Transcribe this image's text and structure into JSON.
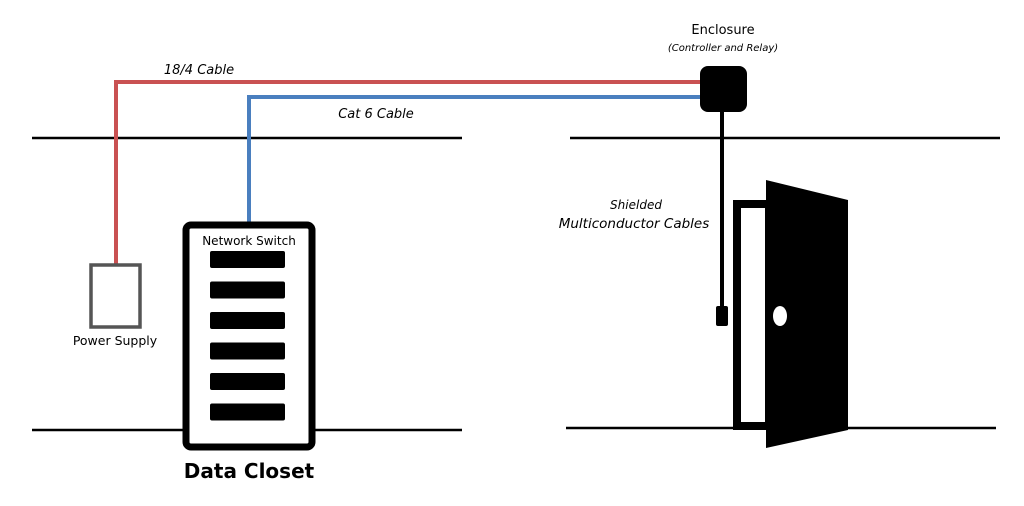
{
  "labels": {
    "enclosure_title": "Enclosure",
    "enclosure_subtitle": "(Controller and Relay)",
    "cable_18_4": "18/4 Cable",
    "cable_cat6": "Cat 6 Cable",
    "shielded_line1": "Shielded",
    "shielded_line2": "Multiconductor Cables",
    "network_switch": "Network Switch",
    "power_supply": "Power Supply",
    "data_closet": "Data Closet"
  },
  "colors": {
    "cable_18_4": "#c95152",
    "cable_cat6": "#4a7fbf",
    "wall": "#000000",
    "power_supply_outline": "#555555"
  },
  "icons": {
    "enclosure": "enclosure-box-icon",
    "door": "open-door-icon",
    "switch": "network-switch-rack-icon",
    "power": "power-supply-box-icon"
  },
  "network_switch": {
    "port_count": 6
  }
}
